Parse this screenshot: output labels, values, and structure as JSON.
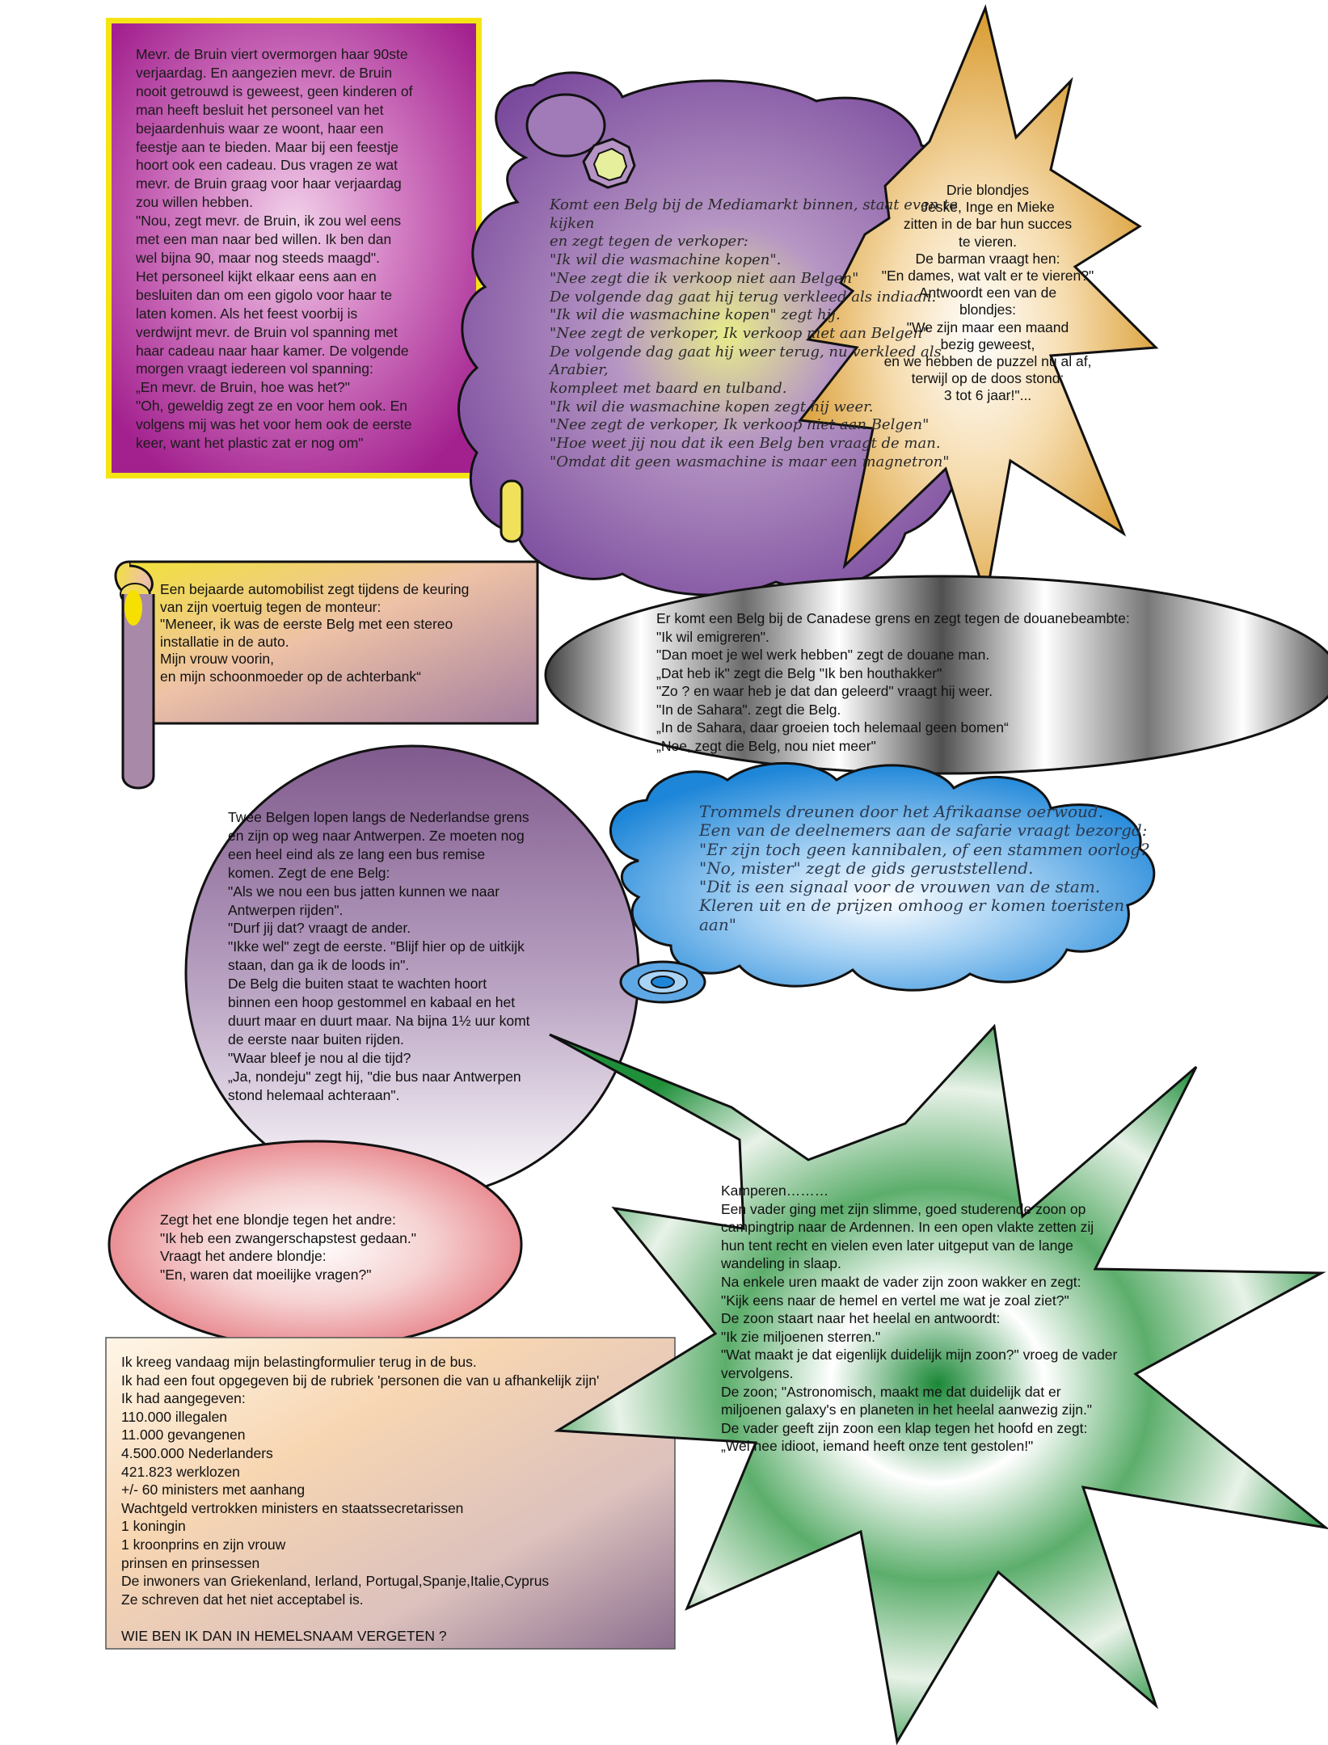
{
  "jokes": {
    "bruin": {
      "lines": [
        "Mevr. de Bruin viert overmorgen haar 90ste",
        "verjaardag. En aangezien mevr. de Bruin",
        "nooit getrouwd is geweest, geen kinderen of",
        "man heeft besluit het personeel van het",
        "bejaardenhuis waar ze woont, haar een",
        "feestje aan te bieden. Maar bij een feestje",
        "hoort ook een cadeau. Dus vragen ze wat",
        "mevr. de Bruin graag voor haar verjaardag",
        "zou willen hebben.",
        "\"Nou, zegt mevr. de Bruin, ik zou wel eens",
        "met een man naar bed willen. Ik ben dan",
        "wel bijna 90, maar nog steeds maagd\".",
        "Het personeel kijkt elkaar eens aan en",
        "besluiten dan om een gigolo voor haar te",
        "laten komen. Als het feest voorbij is",
        "verdwijnt mevr. de Bruin vol spanning met",
        "haar cadeau naar haar kamer. De volgende",
        "morgen vraagt iedereen vol spanning:",
        "„En mevr. de Bruin, hoe was het?\"",
        "\"Oh,  geweldig zegt ze en voor hem ook. En",
        "volgens mij was het voor hem ook de eerste",
        "keer, want het plastic zat er nog om\""
      ]
    },
    "mediamarkt": {
      "lines": [
        "Komt een Belg bij de Mediamarkt binnen, staat even te",
        "kijken",
        "en zegt tegen de verkoper:",
        " \"Ik wil die wasmachine kopen\".",
        " \"Nee zegt die ik verkoop niet aan Belgen\"",
        "De volgende dag gaat hij terug verkleed als indiaan.",
        " \"Ik wil die wasmachine kopen\" zegt hij.",
        " \"Nee zegt de verkoper, Ik verkoop niet aan Belgen\"",
        "De volgende dag gaat hij weer terug, nu verkleed als",
        "Arabier,",
        "kompleet met baard en tulband.",
        " \"Ik wil die wasmachine kopen zegt hij weer.",
        " \"Nee zegt de verkoper, Ik verkoop niet aan Belgen\"",
        "\"Hoe weet jij nou dat ik een Belg ben vraagt de man.",
        " \"Omdat dit geen wasmachine is maar een magnetron\""
      ]
    },
    "blondjes_bar": {
      "lines": [
        "Drie blondjes",
        "Jeske, Inge en Mieke",
        "zitten in de bar hun succes",
        "te vieren.",
        "De barman vraagt hen:",
        "\"En dames, wat valt er te vieren?\"",
        "Antwoordt een van de",
        "blondjes:",
        "\"We zijn maar een maand",
        "bezig geweest,",
        "en we hebben de puzzel nu al af,",
        "terwijl op de doos stond:",
        "3 tot 6 jaar!\"..."
      ]
    },
    "automobilist": {
      "lines": [
        "Een bejaarde automobilist zegt tijdens de keuring",
        "van zijn voertuig tegen de monteur:",
        "\"Meneer, ik was de eerste Belg met een stereo",
        "installatie in de auto.",
        "Mijn vrouw voorin,",
        "en mijn schoonmoeder op de achterbank“"
      ]
    },
    "canada": {
      "lines": [
        "Er komt een Belg bij de Canadese grens en zegt tegen de douanebeambte:",
        "\"Ik wil emigreren\".",
        "\"Dan moet je wel werk hebben\" zegt de douane man.",
        "„Dat heb ik\" zegt die Belg \"Ik ben houthakker\"",
        "\"Zo ? en waar heb je dat dan geleerd\" vraagt hij weer.",
        "\"In de Sahara\". zegt die Belg.",
        "„In de Sahara, daar groeien toch helemaal geen bomen“",
        "„Nee, zegt die Belg, nou niet meer\""
      ]
    },
    "antwerpen": {
      "lines": [
        "Twee Belgen lopen langs de Nederlandse grens",
        "en zijn op weg naar Antwerpen. Ze moeten nog",
        "een heel eind als ze lang een bus remise",
        "komen. Zegt de ene Belg:",
        "\"Als we nou een bus jatten kunnen we naar",
        "Antwerpen rijden\".",
        "\"Durf jij dat? vraagt de ander.",
        "\"Ikke wel\" zegt de eerste. \"Blijf hier op de uitkijk",
        "staan, dan ga ik de loods in\".",
        "De Belg die buiten staat te wachten hoort",
        "binnen een hoop gestommel en kabaal en het",
        "duurt maar en duurt maar. Na bijna 1½ uur komt",
        "de eerste naar buiten rijden.",
        "\"Waar bleef je nou al die tijd?",
        "„Ja, nondeju\" zegt hij, \"die bus naar Antwerpen",
        "stond helemaal achteraan\"."
      ]
    },
    "trommels": {
      "lines": [
        "Trommels dreunen door het Afrikaanse oerwoud.",
        "Een van de deelnemers aan de safarie vraagt bezorgd:",
        "\"Er zijn toch geen kannibalen, of een stammen oorlog?",
        "\"No, mister\" zegt de gids geruststellend.",
        "\"Dit is een signaal voor de vrouwen van de stam.",
        "Kleren uit en de prijzen omhoog er komen toeristen",
        "aan\""
      ]
    },
    "zwangerschap": {
      "lines": [
        "Zegt het ene blondje tegen het andre:",
        "\"Ik heb een zwangerschapstest gedaan.\"",
        "Vraagt het andere blondje:",
        "\"En, waren dat moeilijke vragen?\""
      ]
    },
    "kamperen": {
      "lines": [
        "Kamperen………",
        "Een vader ging met zijn slimme, goed studerende zoon op",
        "campingtrip naar de Ardennen. In een open vlakte zetten zij",
        "hun tent recht en vielen even later uitgeput van de lange",
        "wandeling in slaap.",
        "Na enkele uren maakt de vader zijn zoon wakker en zegt:",
        "\"Kijk eens naar de hemel en vertel me wat je zoal ziet?\"",
        "De zoon staart naar het heelal en antwoordt:",
        "\"Ik zie miljoenen sterren.\"",
        "\"Wat maakt je dat eigenlijk duidelijk mijn zoon?\" vroeg de vader",
        "vervolgens.",
        "De zoon; \"Astronomisch, maakt me dat duidelijk dat er",
        "miljoenen galaxy's en planeten in het heelal aanwezig zijn.\"",
        "De vader geeft zijn zoon een klap tegen het hoofd en zegt:",
        "„Wel nee idioot, iemand heeft onze tent gestolen!\""
      ]
    },
    "belasting": {
      "lines": [
        "Ik kreeg vandaag mijn belastingformulier terug in de bus.",
        "Ik had een fout opgegeven bij de rubriek 'personen die van u afhankelijk zijn'",
        " Ik had aangegeven:",
        "110.000 illegalen",
        "11.000 gevangenen",
        "4.500.000 Nederlanders",
        "421.823 werklozen",
        "+/- 60 ministers met aanhang",
        "Wachtgeld vertrokken ministers en staatssecretarissen",
        "1 koningin",
        "1 kroonprins en zijn vrouw",
        "prinsen en prinsessen",
        "De inwoners van Griekenland, Ierland, Portugal,Spanje,Italie,Cyprus",
        "Ze schreven dat het niet acceptabel is.",
        "",
        "WIE BEN IK DAN IN HEMELSNAAM VERGETEN ?"
      ]
    }
  },
  "colors": {
    "magenta_panel": "#b0289a",
    "yellow_frame": "#f5e414",
    "purple_cloud": "#7c4fa0",
    "gold_star": "#d9a23a",
    "blue_cloud": "#2a86d6",
    "green_star": "#1f8f3a",
    "grey_ellipse": "#8a8a8a"
  }
}
